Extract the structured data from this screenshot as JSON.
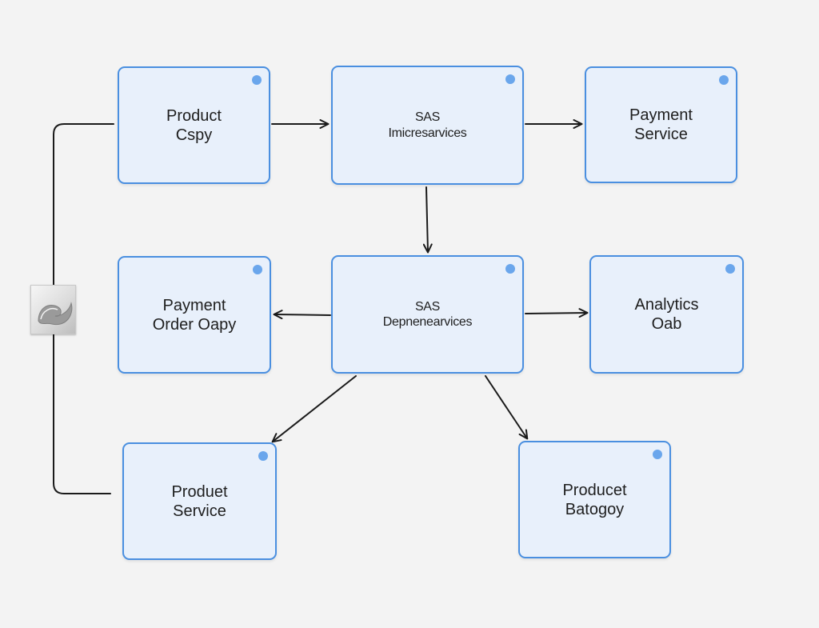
{
  "nodes": {
    "product_cspy": {
      "line1": "Product",
      "line2": "Cspy"
    },
    "sas_microservices": {
      "line1": "SAS",
      "line2": "Imicresarvices"
    },
    "payment_service": {
      "line1": "Payment",
      "line2": "Service"
    },
    "payment_order_oapy": {
      "line1": "Payment",
      "line2": "Order Oapy"
    },
    "sas_depnearvices": {
      "line1": "SAS",
      "line2": "Depnenearvices"
    },
    "analytics_oab": {
      "line1": "Analytics",
      "line2": "Oab"
    },
    "product_service": {
      "line1": "Produet",
      "line2": "Service"
    },
    "product_batogoy": {
      "line1": "Producet",
      "line2": "Batogoy"
    }
  },
  "side_block": {
    "icon": "swirl-icon"
  },
  "colors": {
    "node_fill": "#e8f0fb",
    "node_border": "#4a8fe0",
    "node_dot": "#6aa6ec",
    "connector": "#1a1a1a",
    "background": "#f3f3f3"
  }
}
